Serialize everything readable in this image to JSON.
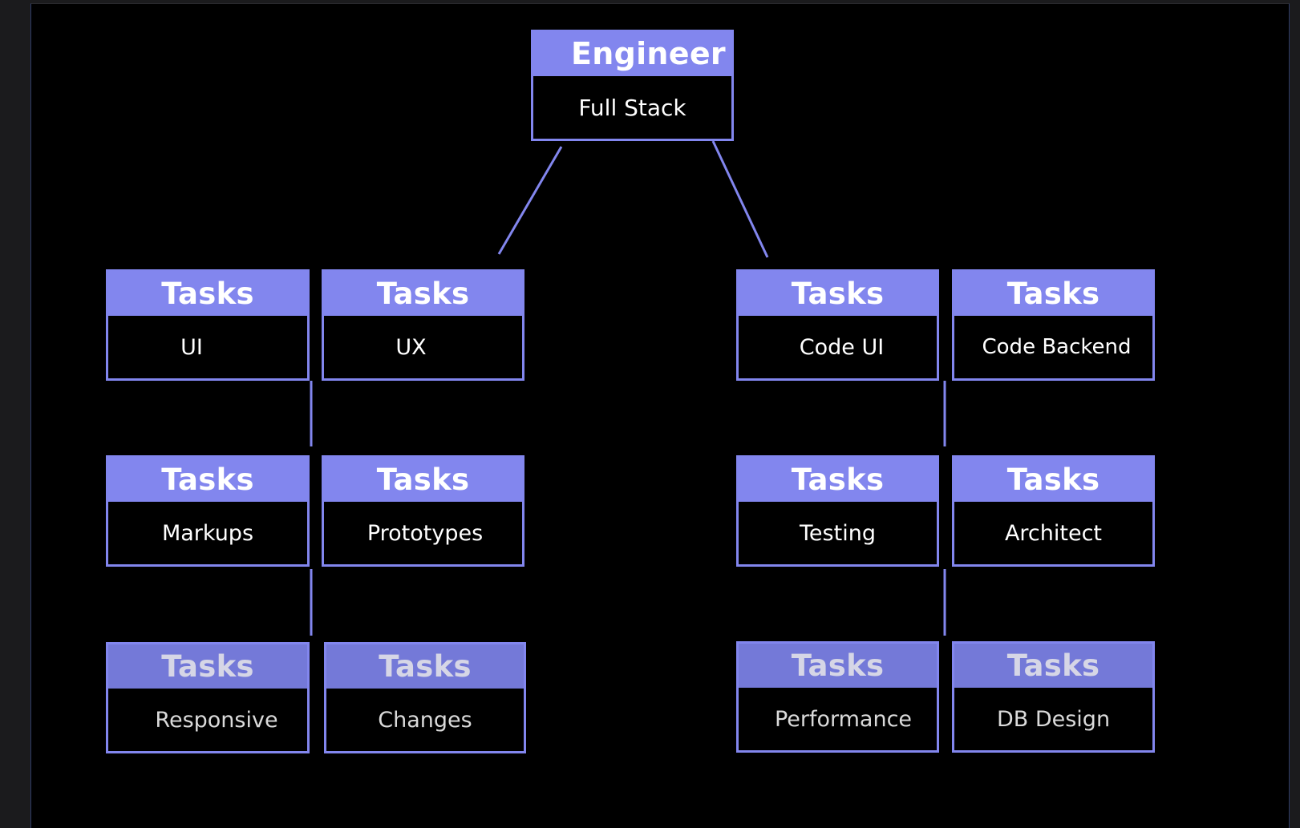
{
  "colors": {
    "accent": "#8286ee",
    "canvas": "#000000",
    "frame": "#1b1b1d",
    "text": "#ffffff"
  },
  "root": {
    "title": "Engineer",
    "subtitle": "Full Stack"
  },
  "columns": [
    {
      "items": [
        {
          "header": "Tasks",
          "label": "UI"
        },
        {
          "header": "Tasks",
          "label": "Markups"
        },
        {
          "header": "Tasks",
          "label": "Responsive"
        }
      ]
    },
    {
      "items": [
        {
          "header": "Tasks",
          "label": "UX"
        },
        {
          "header": "Tasks",
          "label": "Prototypes"
        },
        {
          "header": "Tasks",
          "label": "Changes"
        }
      ]
    },
    {
      "items": [
        {
          "header": "Tasks",
          "label": "Code UI"
        },
        {
          "header": "Tasks",
          "label": "Testing"
        },
        {
          "header": "Tasks",
          "label": "Performance"
        }
      ]
    },
    {
      "items": [
        {
          "header": "Tasks",
          "label": "Code Backend"
        },
        {
          "header": "Tasks",
          "label": "Architect"
        },
        {
          "header": "Tasks",
          "label": "DB Design"
        }
      ]
    }
  ]
}
